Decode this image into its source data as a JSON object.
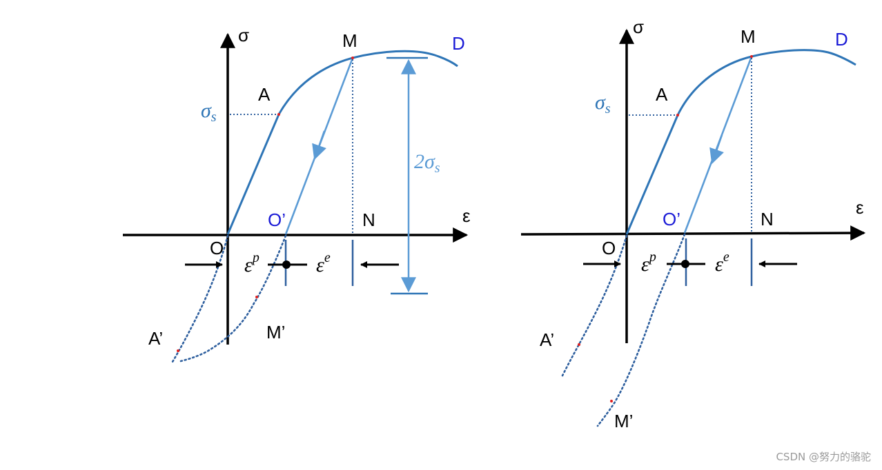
{
  "labels": {
    "sigma_axis": "σ",
    "epsilon_axis": "ε",
    "point_M": "M",
    "point_D": "D",
    "point_A": "A",
    "point_N": "N",
    "point_O": "O",
    "point_O_prime": "O’",
    "point_A_prime": "A’",
    "point_M_prime": "M’",
    "sigma_s_main": "σ",
    "sigma_s_sub": "s",
    "two_sigma_coef": "2",
    "two_sigma_main": "σ",
    "two_sigma_sub": "s",
    "eps_p_main": "ε",
    "eps_p_sup": "p",
    "eps_e_main": "ε",
    "eps_e_sup": "e"
  },
  "watermark": "CSDN @努力的骆驼",
  "colors": {
    "axis": "#000000",
    "curve": "#2e75b6",
    "unload_line": "#5b9bd5",
    "dotted": "#2e5f9e",
    "point_marker": "#e02020",
    "blue_label": "#1a1ad6",
    "sigma_label": "#2e75b6"
  }
}
